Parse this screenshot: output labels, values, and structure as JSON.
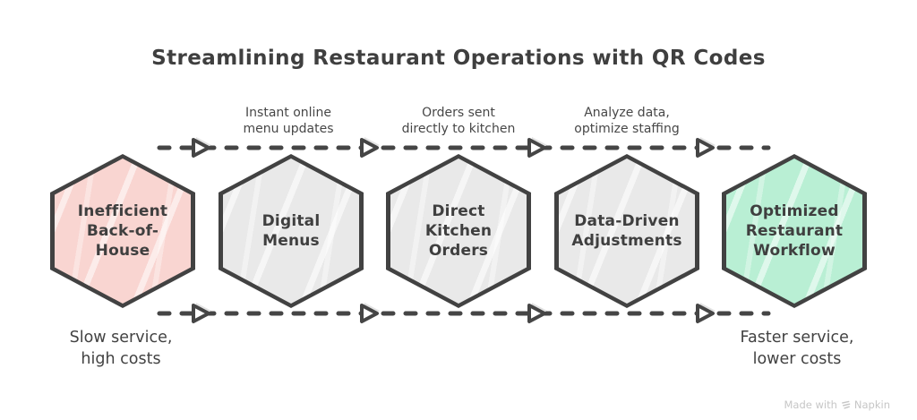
{
  "title": "Streamlining Restaurant Operations with QR Codes",
  "diagram": {
    "type": "flow",
    "nodes": [
      {
        "label": "Inefficient Back-of-House",
        "fill": "#f9d5d1",
        "role": "problem"
      },
      {
        "label": "Digital Menus",
        "fill": "#e9e9e9",
        "role": "step"
      },
      {
        "label": "Direct Kitchen Orders",
        "fill": "#e9e9e9",
        "role": "step"
      },
      {
        "label": "Data-Driven Adjustments",
        "fill": "#e9e9e9",
        "role": "step"
      },
      {
        "label": "Optimized Restaurant Workflow",
        "fill": "#b9efd4",
        "role": "outcome"
      }
    ],
    "transitions": [
      {
        "label": "Instant online\nmenu updates"
      },
      {
        "label": "Orders sent\ndirectly to kitchen"
      },
      {
        "label": "Analyze data,\noptimize staffing"
      }
    ],
    "notes": {
      "start": "Slow service,\nhigh costs",
      "end": "Faster service,\nlower costs"
    },
    "colors": {
      "stroke": "#424242",
      "text": "#3f3f3f",
      "rail": "#454545"
    }
  },
  "watermark": {
    "prefix": "Made with",
    "brand": "Napkin"
  }
}
